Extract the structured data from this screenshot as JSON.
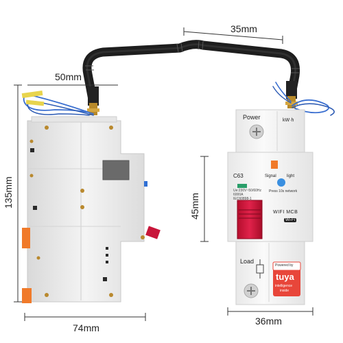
{
  "dimensions": {
    "antenna_span": "35mm",
    "antenna_height": "50mm",
    "total_height": "135mm",
    "module_height": "45mm",
    "side_width": "74mm",
    "front_width": "36mm"
  },
  "device_front": {
    "power_label": "Power",
    "kwh_label": "kW·h",
    "model": "C63",
    "rating_line_1": "Ue:230V~50/60Hz",
    "rating_line_2": "6000A",
    "rating_line_3": "IEC60898-1",
    "signal_label": "Signal",
    "light_label": "light",
    "press_hint": "Press 10s network",
    "product_name": "WIFI MCB",
    "wifi_badge": "Wi-Fi",
    "load_label": "Load",
    "powered_by": "Powered by",
    "brand": "tuya",
    "brand_sub_1": "intelligence",
    "brand_sub_2": "inside"
  }
}
